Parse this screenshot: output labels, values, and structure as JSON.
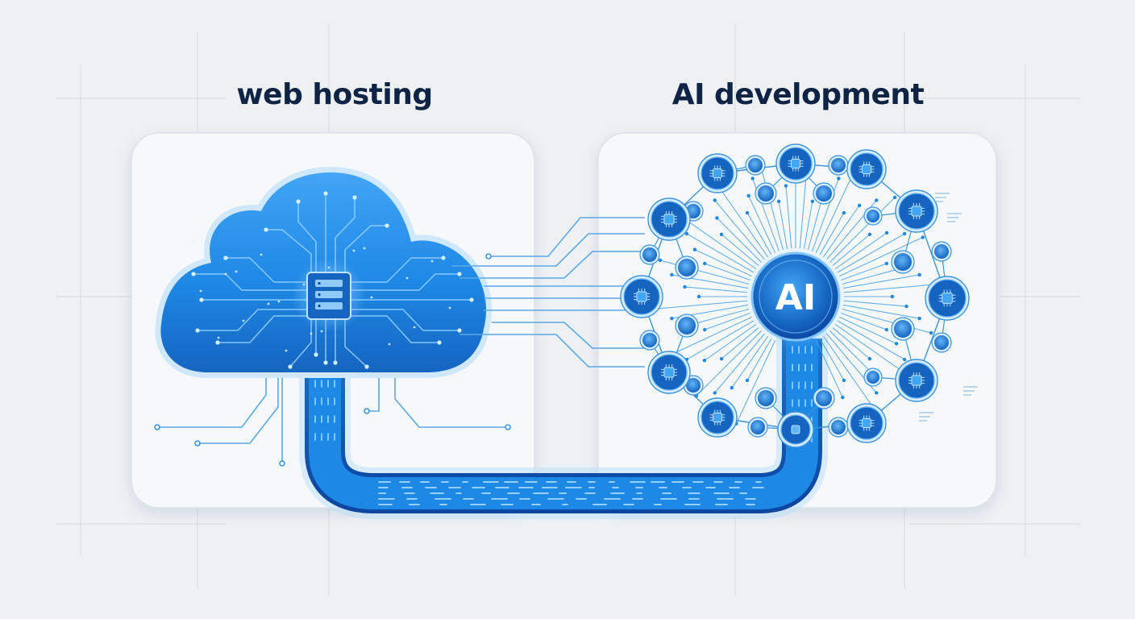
{
  "left_panel": {
    "title": "web hosting",
    "icon": "cloud-server-icon"
  },
  "right_panel": {
    "title": "AI development",
    "hub_label": "AI",
    "icon": "neural-network-icon"
  },
  "colors": {
    "background": "#eef1f4",
    "panel": "#f6f8fa",
    "title": "#0f2345",
    "accent": "#1e88e5",
    "accent_dark": "#0d47a1",
    "glow": "#8fd0ff"
  }
}
